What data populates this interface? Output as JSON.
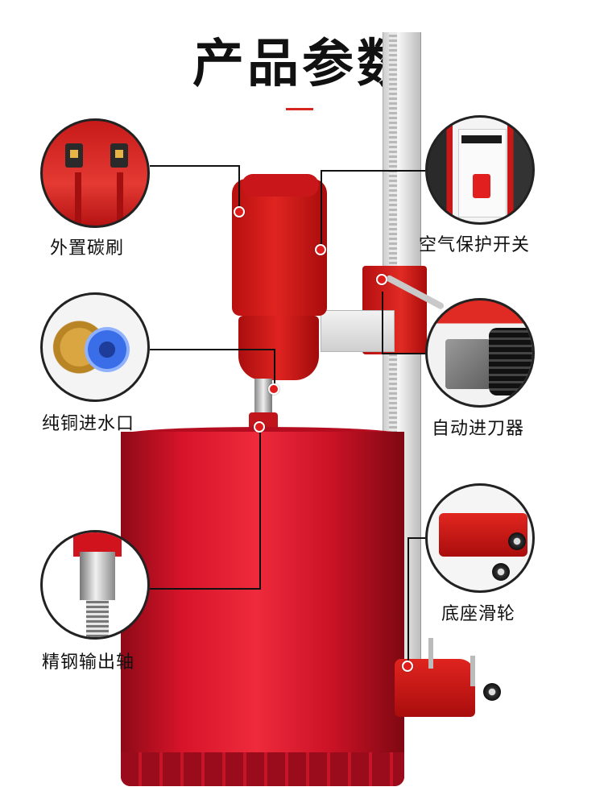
{
  "header": {
    "title": "产品参数"
  },
  "callouts": [
    {
      "id": "external-brush",
      "label": "外置碳刷",
      "icon": "carbon-brush-icon"
    },
    {
      "id": "copper-inlet",
      "label": "纯铜进水口",
      "icon": "water-inlet-icon"
    },
    {
      "id": "steel-shaft",
      "label": "精钢输出轴",
      "icon": "output-shaft-icon"
    },
    {
      "id": "air-switch",
      "label": "空气保护开关",
      "icon": "breaker-switch-icon"
    },
    {
      "id": "auto-feed",
      "label": "自动进刀器",
      "icon": "auto-feed-icon"
    },
    {
      "id": "base-wheels",
      "label": "底座滑轮",
      "icon": "base-wheel-icon"
    }
  ],
  "colors": {
    "accent": "#e01b1b",
    "drum": "#d8142a",
    "text": "#111111"
  }
}
